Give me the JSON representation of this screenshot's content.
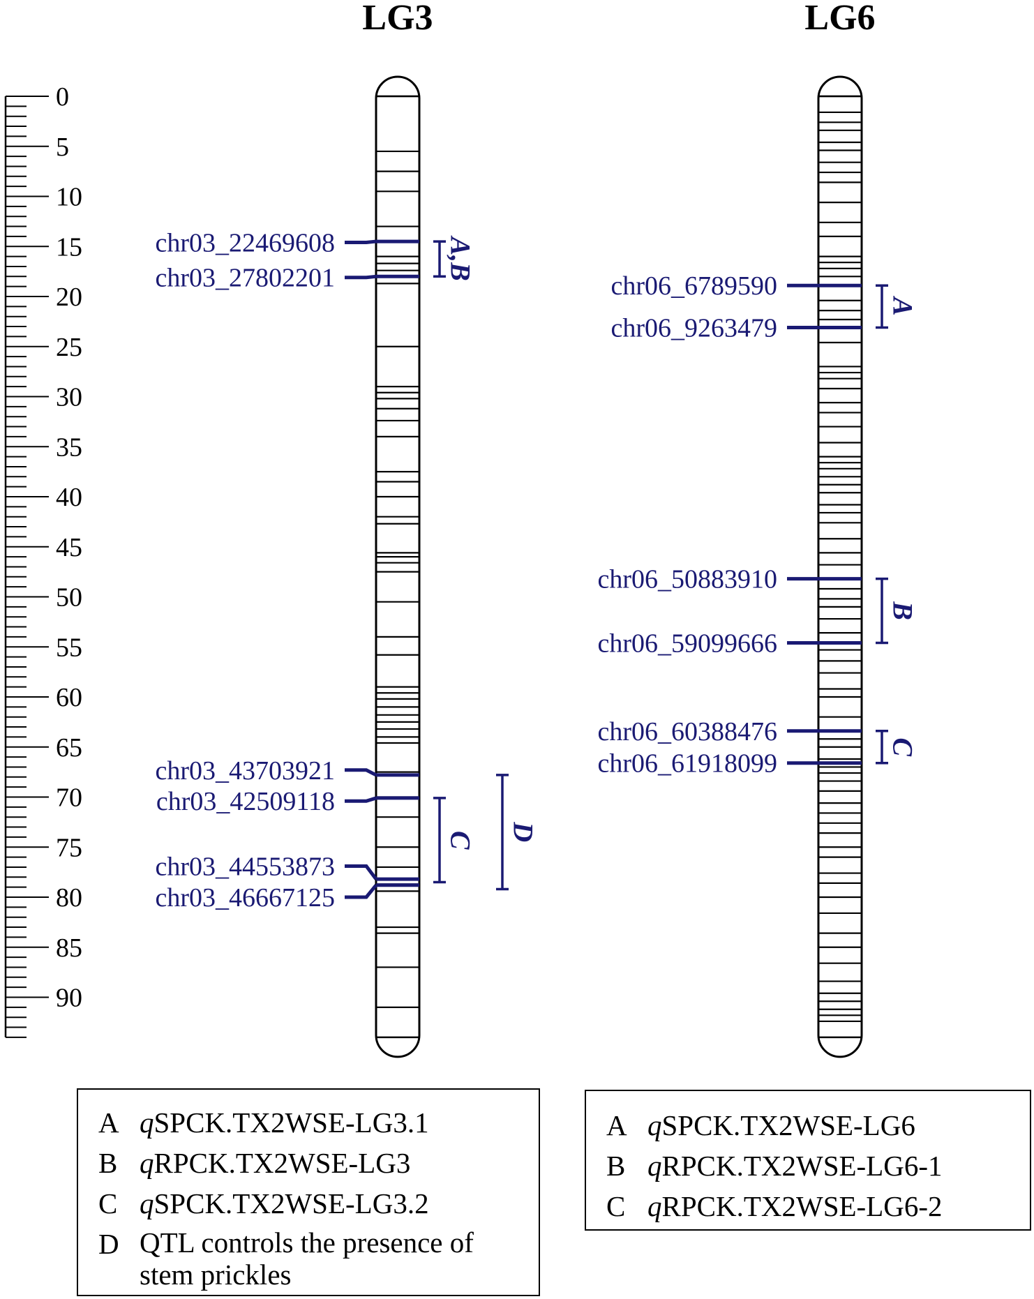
{
  "colors": {
    "accent": "#1a1a73",
    "ink": "#000000",
    "background": "#ffffff"
  },
  "scale": {
    "min": 0,
    "max": 94,
    "minor_step": 1,
    "major_step": 5,
    "labels": [
      "0",
      "5",
      "10",
      "15",
      "20",
      "25",
      "30",
      "35",
      "40",
      "45",
      "50",
      "55",
      "60",
      "65",
      "70",
      "75",
      "80",
      "85",
      "90"
    ]
  },
  "groups": [
    {
      "id": "LG3",
      "title": "LG3",
      "length": 94,
      "bands": [
        0,
        5.5,
        7.5,
        9.5,
        13,
        16,
        16.7,
        17.4,
        18,
        18.7,
        25,
        29,
        29.6,
        30.2,
        31.2,
        32.4,
        34,
        37.5,
        38.5,
        40,
        42,
        42.7,
        45.6,
        46,
        46.6,
        47.5,
        50.5,
        54,
        55.8,
        59,
        59.6,
        60.2,
        61,
        61.8,
        62.5,
        63.2,
        64,
        64.6,
        67.5,
        70,
        72,
        75,
        77,
        78.7,
        79.4,
        83,
        83.6,
        87,
        91
      ],
      "markers": [
        {
          "name": "chr03_22469608",
          "pos": 14.5,
          "label_pos": 14.6
        },
        {
          "name": "chr03_27802201",
          "pos": 18,
          "label_pos": 18.1
        },
        {
          "name": "chr03_43703921",
          "pos": 67.8,
          "label_pos": 67.3
        },
        {
          "name": "chr03_42509118",
          "pos": 70.1,
          "label_pos": 70.4
        },
        {
          "name": "chr03_44553873",
          "pos": 78.2,
          "label_pos": 76.9
        },
        {
          "name": "chr03_46667125",
          "pos": 78.8,
          "label_pos": 80
        }
      ],
      "qtls": [
        {
          "label": "A,B",
          "start": 14.5,
          "end": 18,
          "column": 0
        },
        {
          "label": "C",
          "start": 70.1,
          "end": 78.5,
          "column": 0
        },
        {
          "label": "D",
          "start": 67.8,
          "end": 79.2,
          "column": 1
        }
      ],
      "legend": [
        {
          "key": "A",
          "prefix": "q",
          "text": "SPCK.TX2WSE-LG3.1"
        },
        {
          "key": "B",
          "prefix": "q",
          "text": "RPCK.TX2WSE-LG3"
        },
        {
          "key": "C",
          "prefix": "q",
          "text": "SPCK.TX2WSE-LG3.2"
        },
        {
          "key": "D",
          "prefix": "",
          "text": "QTL controls the presence of stem prickles"
        }
      ]
    },
    {
      "id": "LG6",
      "title": "LG6",
      "length": 94,
      "bands": [
        0,
        1.6,
        2.6,
        3.4,
        4.6,
        5.4,
        6.6,
        7.6,
        8.6,
        10.6,
        12.6,
        14,
        16,
        16.6,
        17.2,
        18,
        18.9,
        20.4,
        21.4,
        22.3,
        23.1,
        24.6,
        27,
        27.6,
        28.2,
        29.2,
        30.6,
        31.6,
        33,
        34.6,
        36,
        36.6,
        37.2,
        38,
        38.8,
        39.6,
        40.8,
        41.6,
        42.6,
        44.2,
        45.6,
        46.8,
        48.2,
        49.2,
        50.2,
        51,
        52.2,
        53.6,
        55.3,
        56.4,
        57.6,
        59.2,
        60,
        62,
        63.4,
        64.2,
        65,
        66.2,
        67,
        67.6,
        68.4,
        69.4,
        70.6,
        71.6,
        72.6,
        73.6,
        75,
        76,
        77.6,
        78.6,
        80,
        81.6,
        83.6,
        85,
        86.6,
        88.4,
        89.6,
        90.4,
        91.2,
        91.8,
        92.4
      ],
      "markers": [
        {
          "name": "chr06_6789590",
          "pos": 18.9,
          "label_pos": 18.9
        },
        {
          "name": "chr06_9263479",
          "pos": 23.1,
          "label_pos": 23.1
        },
        {
          "name": "chr06_50883910",
          "pos": 48.2,
          "label_pos": 48.2
        },
        {
          "name": "chr06_59099666",
          "pos": 54.6,
          "label_pos": 54.6
        },
        {
          "name": "chr06_60388476",
          "pos": 63.4,
          "label_pos": 63.4
        },
        {
          "name": "chr06_61918099",
          "pos": 66.6,
          "label_pos": 66.6
        }
      ],
      "qtls": [
        {
          "label": "A",
          "start": 18.9,
          "end": 23.1,
          "column": 0
        },
        {
          "label": "B",
          "start": 48.2,
          "end": 54.6,
          "column": 0
        },
        {
          "label": "C",
          "start": 63.4,
          "end": 66.6,
          "column": 0
        }
      ],
      "legend": [
        {
          "key": "A",
          "prefix": "q",
          "text": "SPCK.TX2WSE-LG6"
        },
        {
          "key": "B",
          "prefix": "q",
          "text": "RPCK.TX2WSE-LG6-1"
        },
        {
          "key": "C",
          "prefix": "q",
          "text": "RPCK.TX2WSE-LG6-2"
        }
      ]
    }
  ]
}
